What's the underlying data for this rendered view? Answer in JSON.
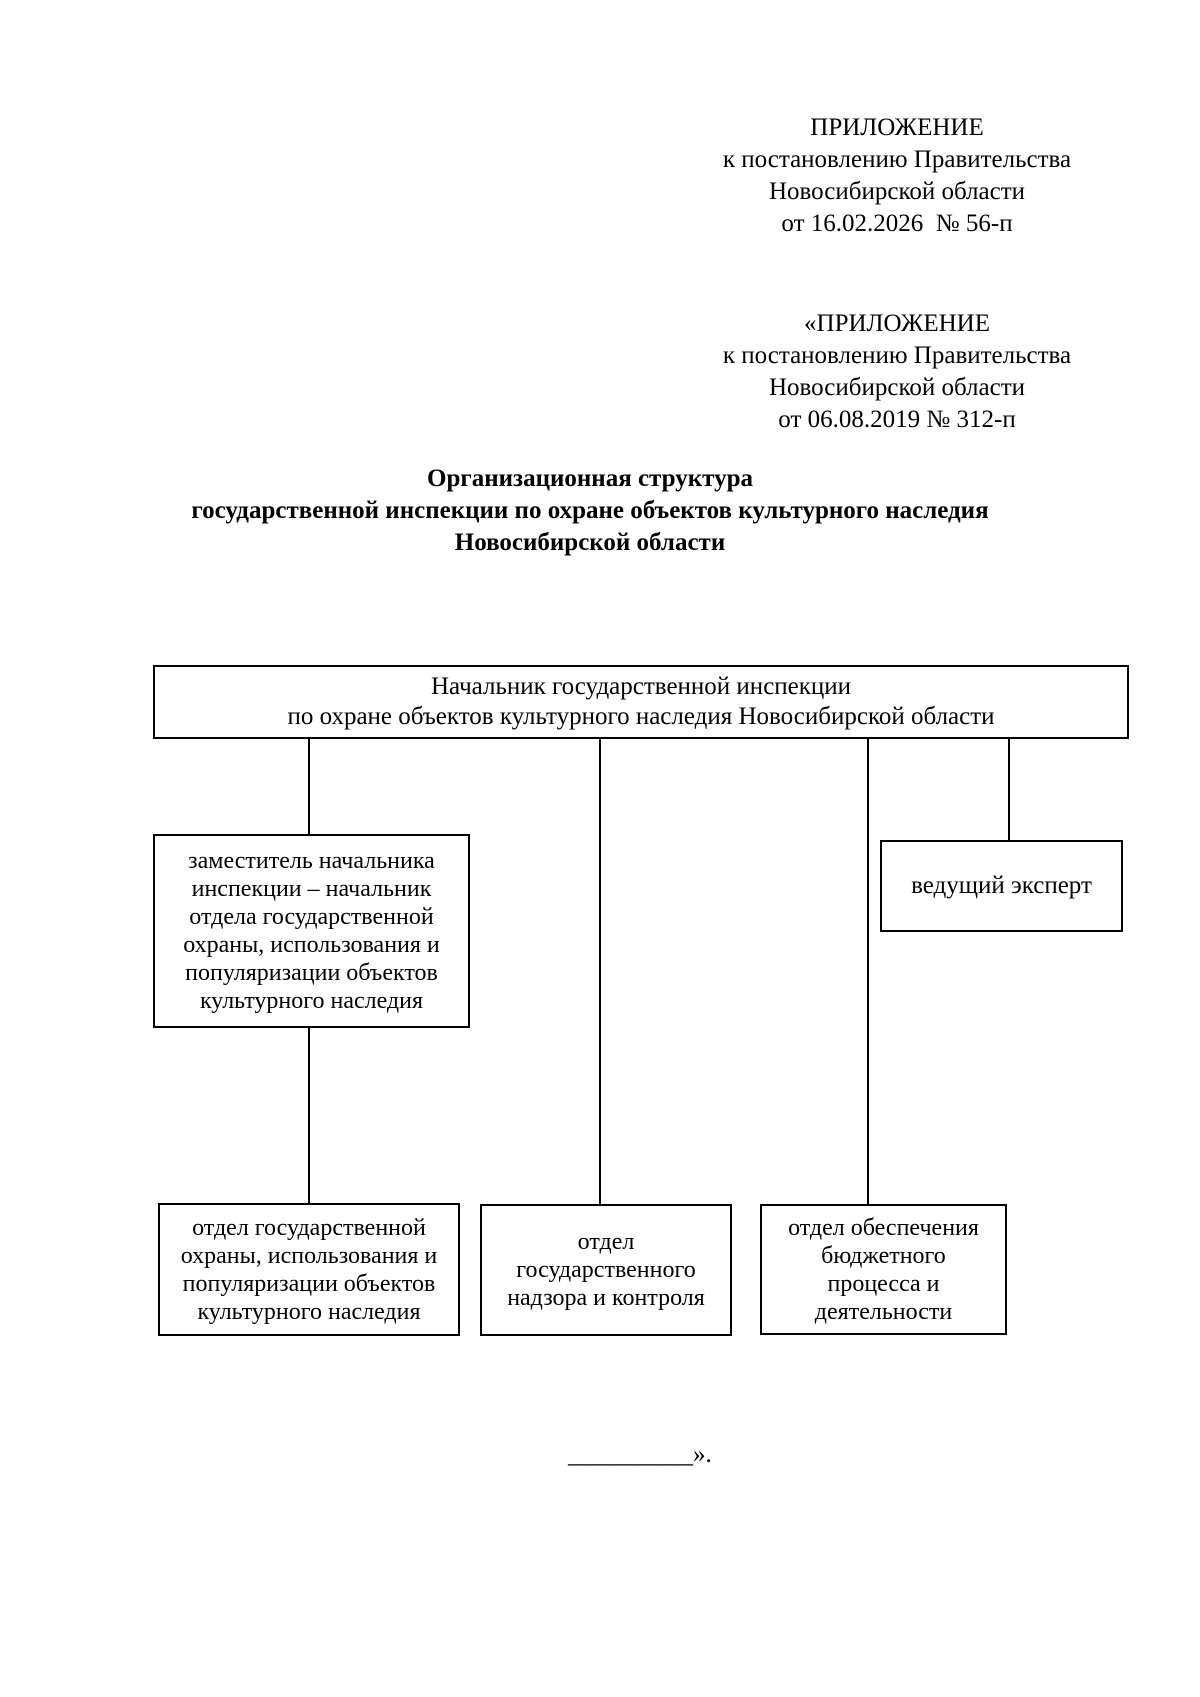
{
  "document": {
    "appendix_current": {
      "text": "ПРИЛОЖЕНИЕ\nк постановлению Правительства\nНовосибирской области\nот 16.02.2026  № 56-п"
    },
    "appendix_original": {
      "text": "«ПРИЛОЖЕНИЕ\nк постановлению Правительства\nНовосибирской области\nот 06.08.2019 № 312-п"
    },
    "title": {
      "text": "Организационная структура\nгосударственной инспекции по охране объектов культурного наследия\nНовосибирской области"
    },
    "closing_mark": "__________»."
  },
  "org_chart": {
    "nodes": {
      "head": {
        "label": "Начальник государственной инспекции\nпо охране объектов культурного наследия Новосибирской области"
      },
      "deputy": {
        "label": "заместитель начальника\nинспекции – начальник\nотдела государственной\nохраны, использования и\nпопуляризации объектов\nкультурного наследия"
      },
      "lead_expert": {
        "label": "ведущий эксперт"
      },
      "dept_protection": {
        "label": "отдел государственной\nохраны, использования и\nпопуляризации объектов\nкультурного наследия"
      },
      "dept_supervision": {
        "label": "отдел\nгосударственного\nнадзора и контроля"
      },
      "dept_budget": {
        "label": "отдел обеспечения\nбюджетного\nпроцесса и\nдеятельности"
      }
    }
  }
}
